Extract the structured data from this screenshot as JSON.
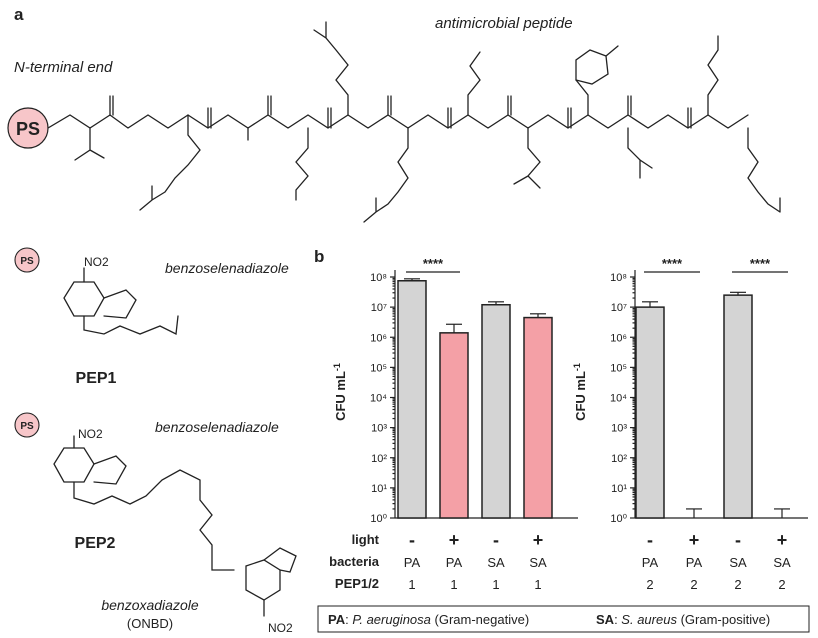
{
  "panel_a": {
    "letter": "a",
    "n_terminal": "N-terminal end",
    "peptide_caption": "antimicrobial peptide",
    "ps": "PS"
  },
  "pep1": {
    "ps": "PS",
    "title": "PEP1",
    "nitro": "NO2",
    "ring": "benzoselenadiazole"
  },
  "pep2": {
    "ps": "PS",
    "title": "PEP2",
    "nitro": "NO2",
    "ring": "benzoselenadiazole",
    "ring2": "benzoxadiazole",
    "ring2_abbr": "(ONBD)",
    "nitro2": "NO2"
  },
  "panel_b": {
    "letter": "b",
    "row_labels": {
      "light": "light",
      "bacteria": "bacteria",
      "pep": "PEP1/2"
    },
    "legend": {
      "pa_abbr": "PA",
      "pa_name": "P. aeruginosa",
      "pa_type": "(Gram-negative)",
      "sa_abbr": "SA",
      "sa_name": "S. aureus",
      "sa_type": "(Gram-positive)"
    },
    "colors": {
      "dark": "#d4d4d4",
      "light": "#f4a0a6"
    }
  },
  "chart_data": [
    {
      "type": "bar",
      "ylabel": "CFU mL-1",
      "yscale": "log",
      "ylim": [
        1,
        100000000
      ],
      "yticks": [
        "10⁰",
        "10¹",
        "10²",
        "10³",
        "10⁴",
        "10⁵",
        "10⁶",
        "10⁷",
        "10⁸"
      ],
      "categories": [
        {
          "light": "-",
          "bacteria": "PA",
          "pep": "1"
        },
        {
          "light": "+",
          "bacteria": "PA",
          "pep": "1"
        },
        {
          "light": "-",
          "bacteria": "SA",
          "pep": "1"
        },
        {
          "light": "+",
          "bacteria": "SA",
          "pep": "1"
        }
      ],
      "values": [
        75000000,
        1400000,
        12000000,
        4500000
      ],
      "errors_upper": [
        87000000,
        2700000,
        15000000,
        6000000
      ],
      "significance": [
        {
          "from": 0,
          "to": 1,
          "label": "****"
        }
      ]
    },
    {
      "type": "bar",
      "ylabel": "CFU mL-1",
      "yscale": "log",
      "ylim": [
        1,
        100000000
      ],
      "yticks": [
        "10⁰",
        "10¹",
        "10²",
        "10³",
        "10⁴",
        "10⁵",
        "10⁶",
        "10⁷",
        "10⁸"
      ],
      "categories": [
        {
          "light": "-",
          "bacteria": "PA",
          "pep": "2"
        },
        {
          "light": "+",
          "bacteria": "PA",
          "pep": "2"
        },
        {
          "light": "-",
          "bacteria": "SA",
          "pep": "2"
        },
        {
          "light": "+",
          "bacteria": "SA",
          "pep": "2"
        }
      ],
      "values": [
        10000000,
        1,
        25000000,
        1
      ],
      "errors_upper": [
        15000000,
        2,
        31000000,
        2
      ],
      "significance": [
        {
          "from": 0,
          "to": 1,
          "label": "****"
        },
        {
          "from": 2,
          "to": 3,
          "label": "****"
        }
      ]
    }
  ]
}
